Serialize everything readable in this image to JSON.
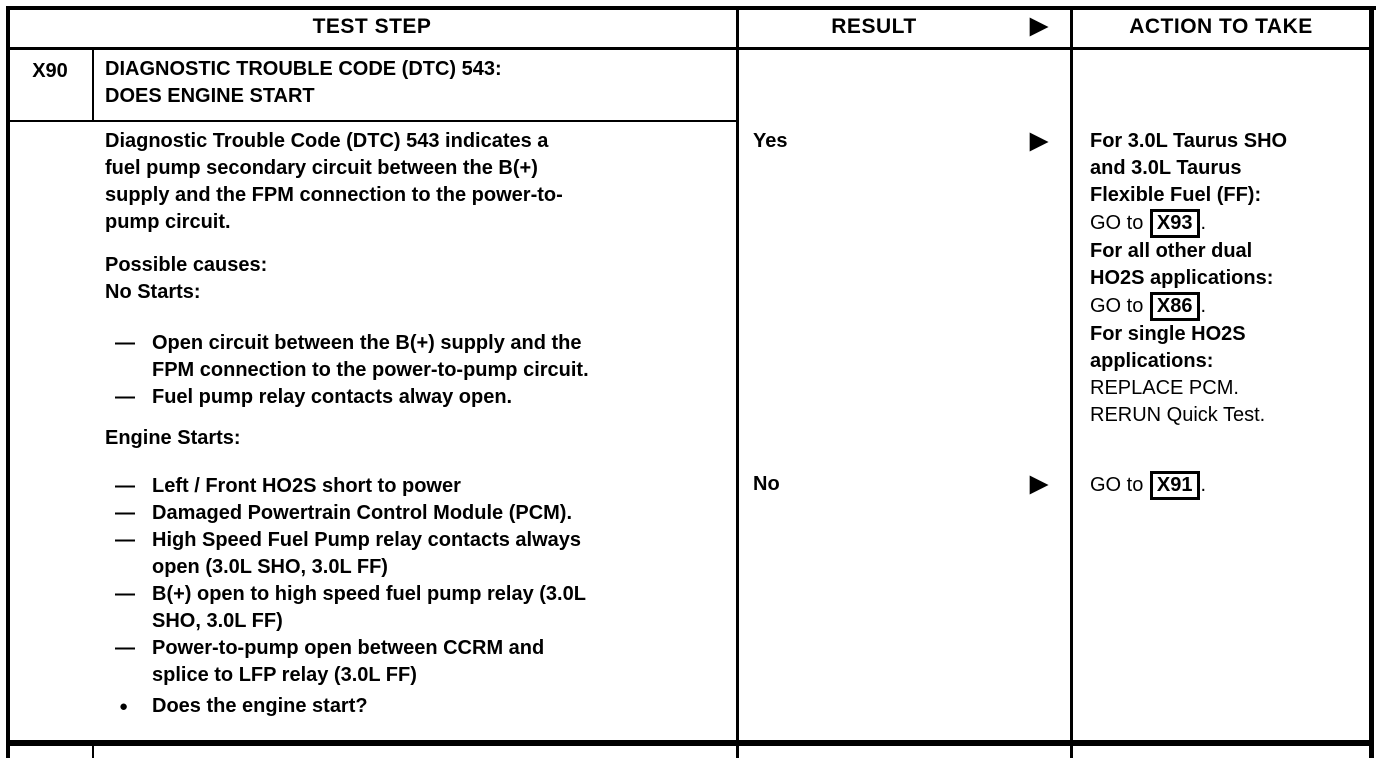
{
  "glyphs": {
    "arrow": "▶",
    "dash": "—",
    "bullet": "●"
  },
  "table": {
    "headers": {
      "test_step": "TEST STEP",
      "result": "RESULT",
      "action": "ACTION TO TAKE"
    },
    "step": {
      "id": "X90",
      "title_line1": "DIAGNOSTIC TROUBLE CODE (DTC) 543:",
      "title_line2": "DOES ENGINE START",
      "description": "Diagnostic Trouble Code (DTC) 543 indicates a fuel pump secondary circuit between the B(+) supply and the FPM connection to the power-to-pump circuit.",
      "possible_causes_label": "Possible causes:",
      "no_starts_label": "No Starts:",
      "no_start_causes": [
        "Open circuit between the B(+) supply and the FPM connection to the power-to-pump circuit.",
        "Fuel pump relay contacts alway open."
      ],
      "engine_starts_label": "Engine Starts:",
      "engine_start_causes": [
        "Left / Front HO2S short to power",
        "Damaged Powertrain Control Module (PCM).",
        "High Speed Fuel Pump relay contacts always open (3.0L SHO, 3.0L FF)",
        "B(+) open to high speed fuel pump relay (3.0L SHO, 3.0L FF)",
        "Power-to-pump open between CCRM and splice to LFP relay (3.0L FF)"
      ],
      "question": "Does the engine start?"
    },
    "results": {
      "yes": {
        "label": "Yes",
        "actions": {
          "for_sho_ff": "For 3.0L Taurus SHO and 3.0L Taurus Flexible Fuel (FF):",
          "go1_prefix": "GO to ",
          "go1_ref": "X93",
          "go1_suffix": ".",
          "for_dual": "For all other dual HO2S applications:",
          "go2_prefix": "GO to ",
          "go2_ref": "X86",
          "go2_suffix": ".",
          "for_single": "For single HO2S applications:",
          "replace": "REPLACE PCM.",
          "rerun": "RERUN Quick Test."
        }
      },
      "no": {
        "label": "No",
        "actions": {
          "go_prefix": "GO to ",
          "go_ref": "X91",
          "go_suffix": "."
        }
      }
    }
  }
}
